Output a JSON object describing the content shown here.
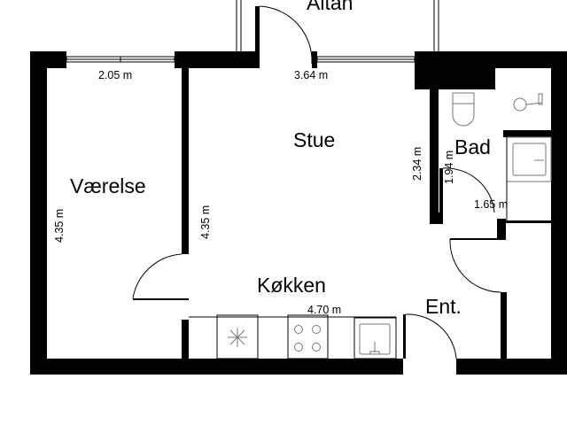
{
  "floorplan": {
    "rooms": {
      "balcony": "Altan",
      "living": "Stue",
      "bedroom": "Værelse",
      "kitchen": "Køkken",
      "bath": "Bad",
      "entrance": "Ent."
    },
    "dimensions": {
      "bedroom_width": "2.05 m",
      "living_width": "3.64 m",
      "bedroom_length": "4.35 m",
      "living_length": "4.35 m",
      "hall_length": "2.34 m",
      "bath_length": "1.94 m",
      "bath_width": "1.65 m",
      "kitchen_width": "4.70 m"
    },
    "colors": {
      "wall": "#000000",
      "fixture": "#777777",
      "background": "#ffffff"
    }
  }
}
